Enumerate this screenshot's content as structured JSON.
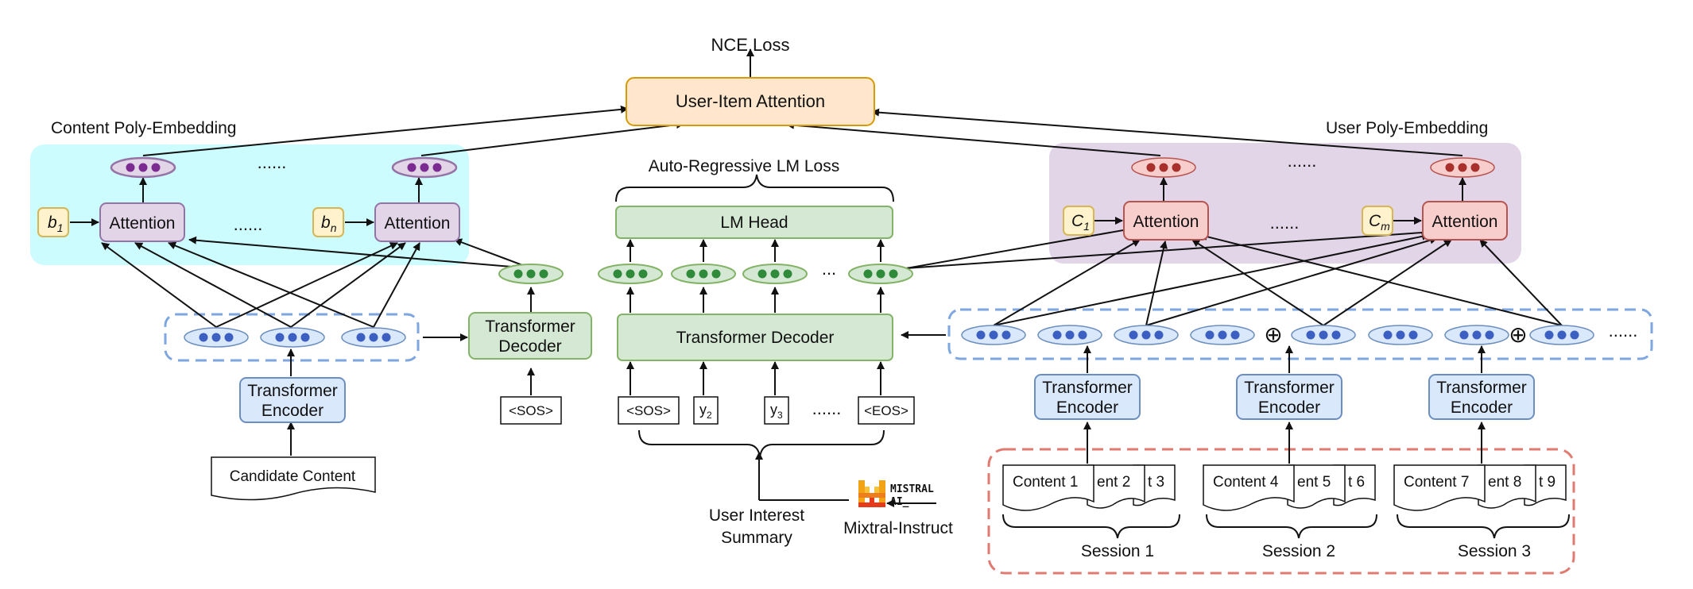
{
  "top": {
    "nce_loss": "NCE Loss",
    "user_item_attention": "User-Item Attention"
  },
  "content_side": {
    "title": "Content Poly-Embedding",
    "attention_label": "Attention",
    "ellipsis": "......",
    "b1": "b",
    "b1_sub": "1",
    "bn": "b",
    "bn_sub": "n",
    "encoder_line1": "Transformer",
    "encoder_line2": "Encoder",
    "candidate_content": "Candidate Content",
    "decoder_line1": "Transformer",
    "decoder_line2": "Decoder",
    "sos": "<SOS>"
  },
  "center": {
    "lm_loss": "Auto-Regressive LM Loss",
    "lm_head": "LM Head",
    "decoder": "Transformer Decoder",
    "ellipsis_mid": "...",
    "tokens": {
      "sos": "<SOS>",
      "y2": "y",
      "y2_sub": "2",
      "y3": "y",
      "y3_sub": "3",
      "dots": "......",
      "eos": "<EOS>"
    },
    "summary_line1": "User Interest",
    "summary_line2": "Summary",
    "mixtral_logo_line1": "MISTRAL",
    "mixtral_logo_line2": "AI_",
    "mixtral_label": "Mixtral-Instruct"
  },
  "user_side": {
    "title": "User Poly-Embedding",
    "attention_label": "Attention",
    "ellipsis": "......",
    "c1": "C",
    "c1_sub": "1",
    "cm": "C",
    "cm_sub": "m",
    "encoder_line1": "Transformer",
    "encoder_line2": "Encoder",
    "row_ellipsis": "......",
    "plus": "⊕",
    "sessions": [
      {
        "label": "Session 1",
        "docs": [
          "Content 1",
          "ent 2",
          "t 3"
        ]
      },
      {
        "label": "Session 2",
        "docs": [
          "Content 4",
          "ent 5",
          "t 6"
        ]
      },
      {
        "label": "Session 3",
        "docs": [
          "Content 7",
          "ent 8",
          "t 9"
        ]
      }
    ]
  },
  "colors": {
    "cyan_bg": "#ccfcfd",
    "purple_bg": "#e1d5e7",
    "green_fill": "#d5e8d4",
    "green_stroke": "#82b366",
    "blue_fill": "#dae8fc",
    "blue_stroke": "#6c8ebf",
    "orange_fill": "#ffe6cc",
    "orange_stroke": "#d79b00",
    "yellow_fill": "#fff2cc",
    "yellow_stroke": "#d6b656",
    "red_fill": "#f8cecc",
    "red_stroke": "#b85450",
    "dashed_red": "#e07a70",
    "dashed_blue": "#7ea6e0"
  }
}
